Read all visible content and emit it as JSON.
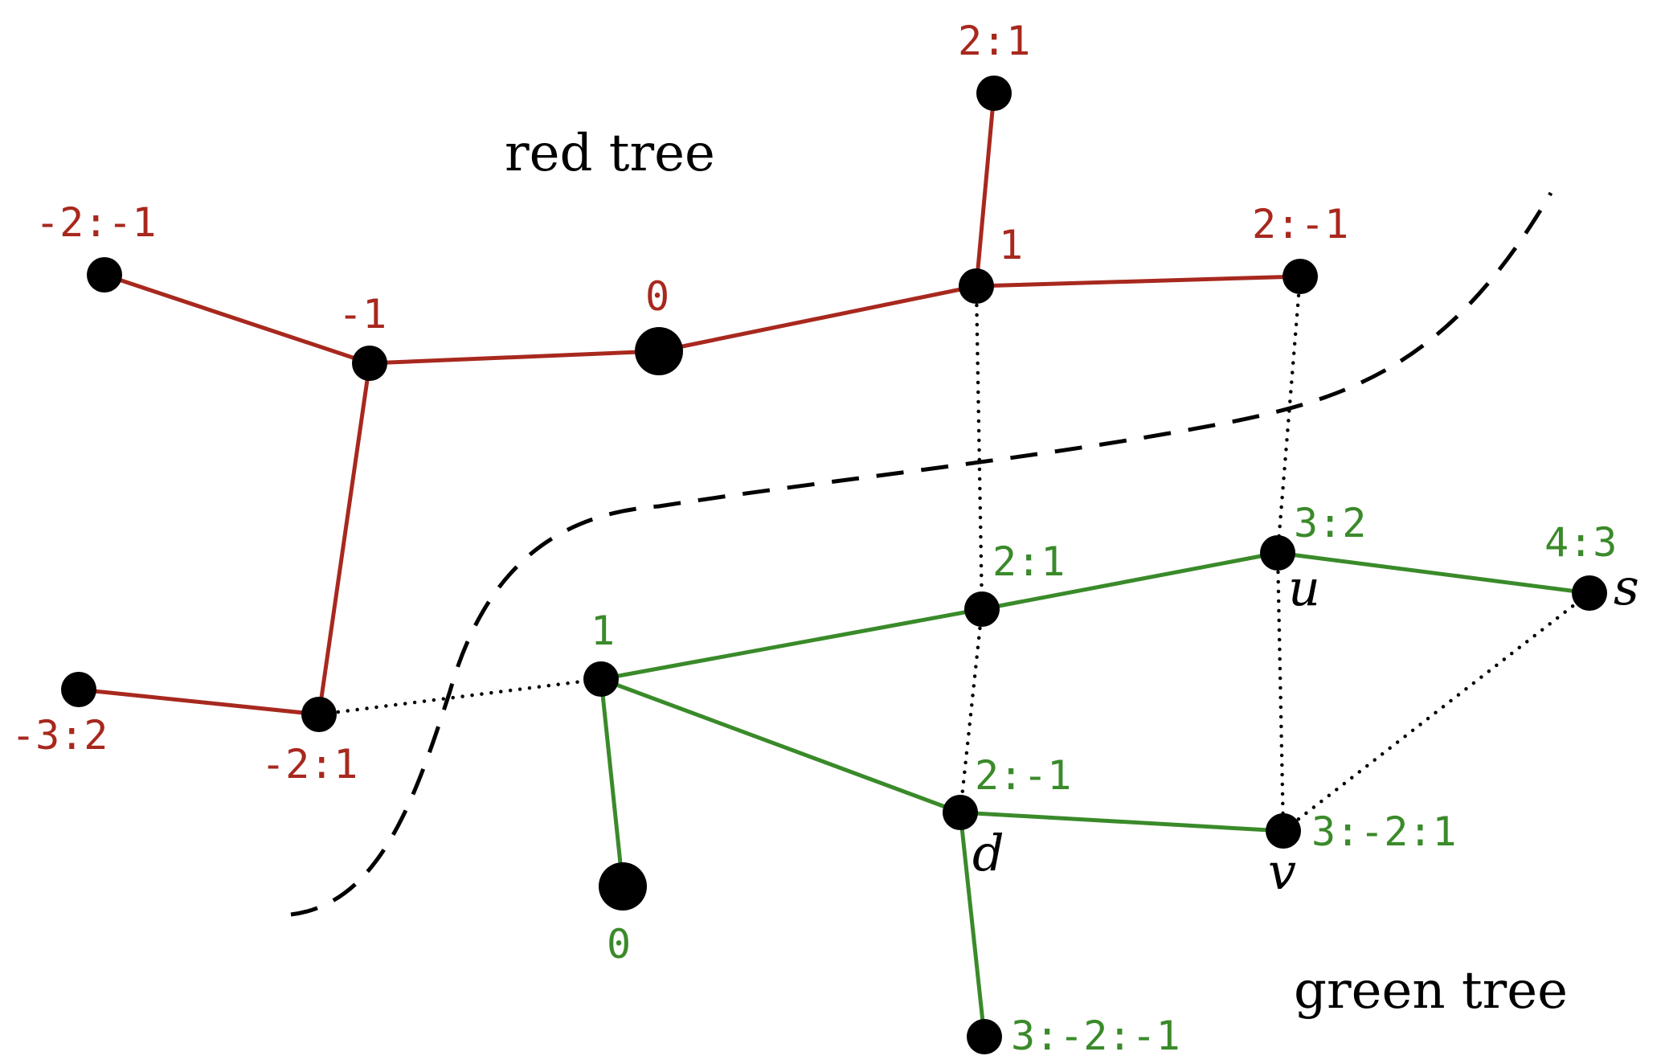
{
  "titles": {
    "red_tree": "red tree",
    "green_tree": "green tree"
  },
  "colors": {
    "red": "#a8281e",
    "green": "#3a8a2a",
    "node": "#000000"
  },
  "red_labels": {
    "r_m2_m1": "-2:-1",
    "r_m1": "-1",
    "r_0": "0",
    "r_1": "1",
    "r_2_1": "2:1",
    "r_2_m1": "2:-1",
    "r_m2_1": "-2:1",
    "r_m3_2": "-3:2"
  },
  "green_labels": {
    "g_1": "1",
    "g_0": "0",
    "g_2_1": "2:1",
    "g_3_2": "3:2",
    "g_4_3": "4:3",
    "g_2_m1": "2:-1",
    "g_3_m2_1": "3:-2:1",
    "g_3_m2_m1": "3:-2:-1"
  },
  "vertex_names": {
    "u": "u",
    "s": "s",
    "d": "d",
    "v": "v"
  }
}
